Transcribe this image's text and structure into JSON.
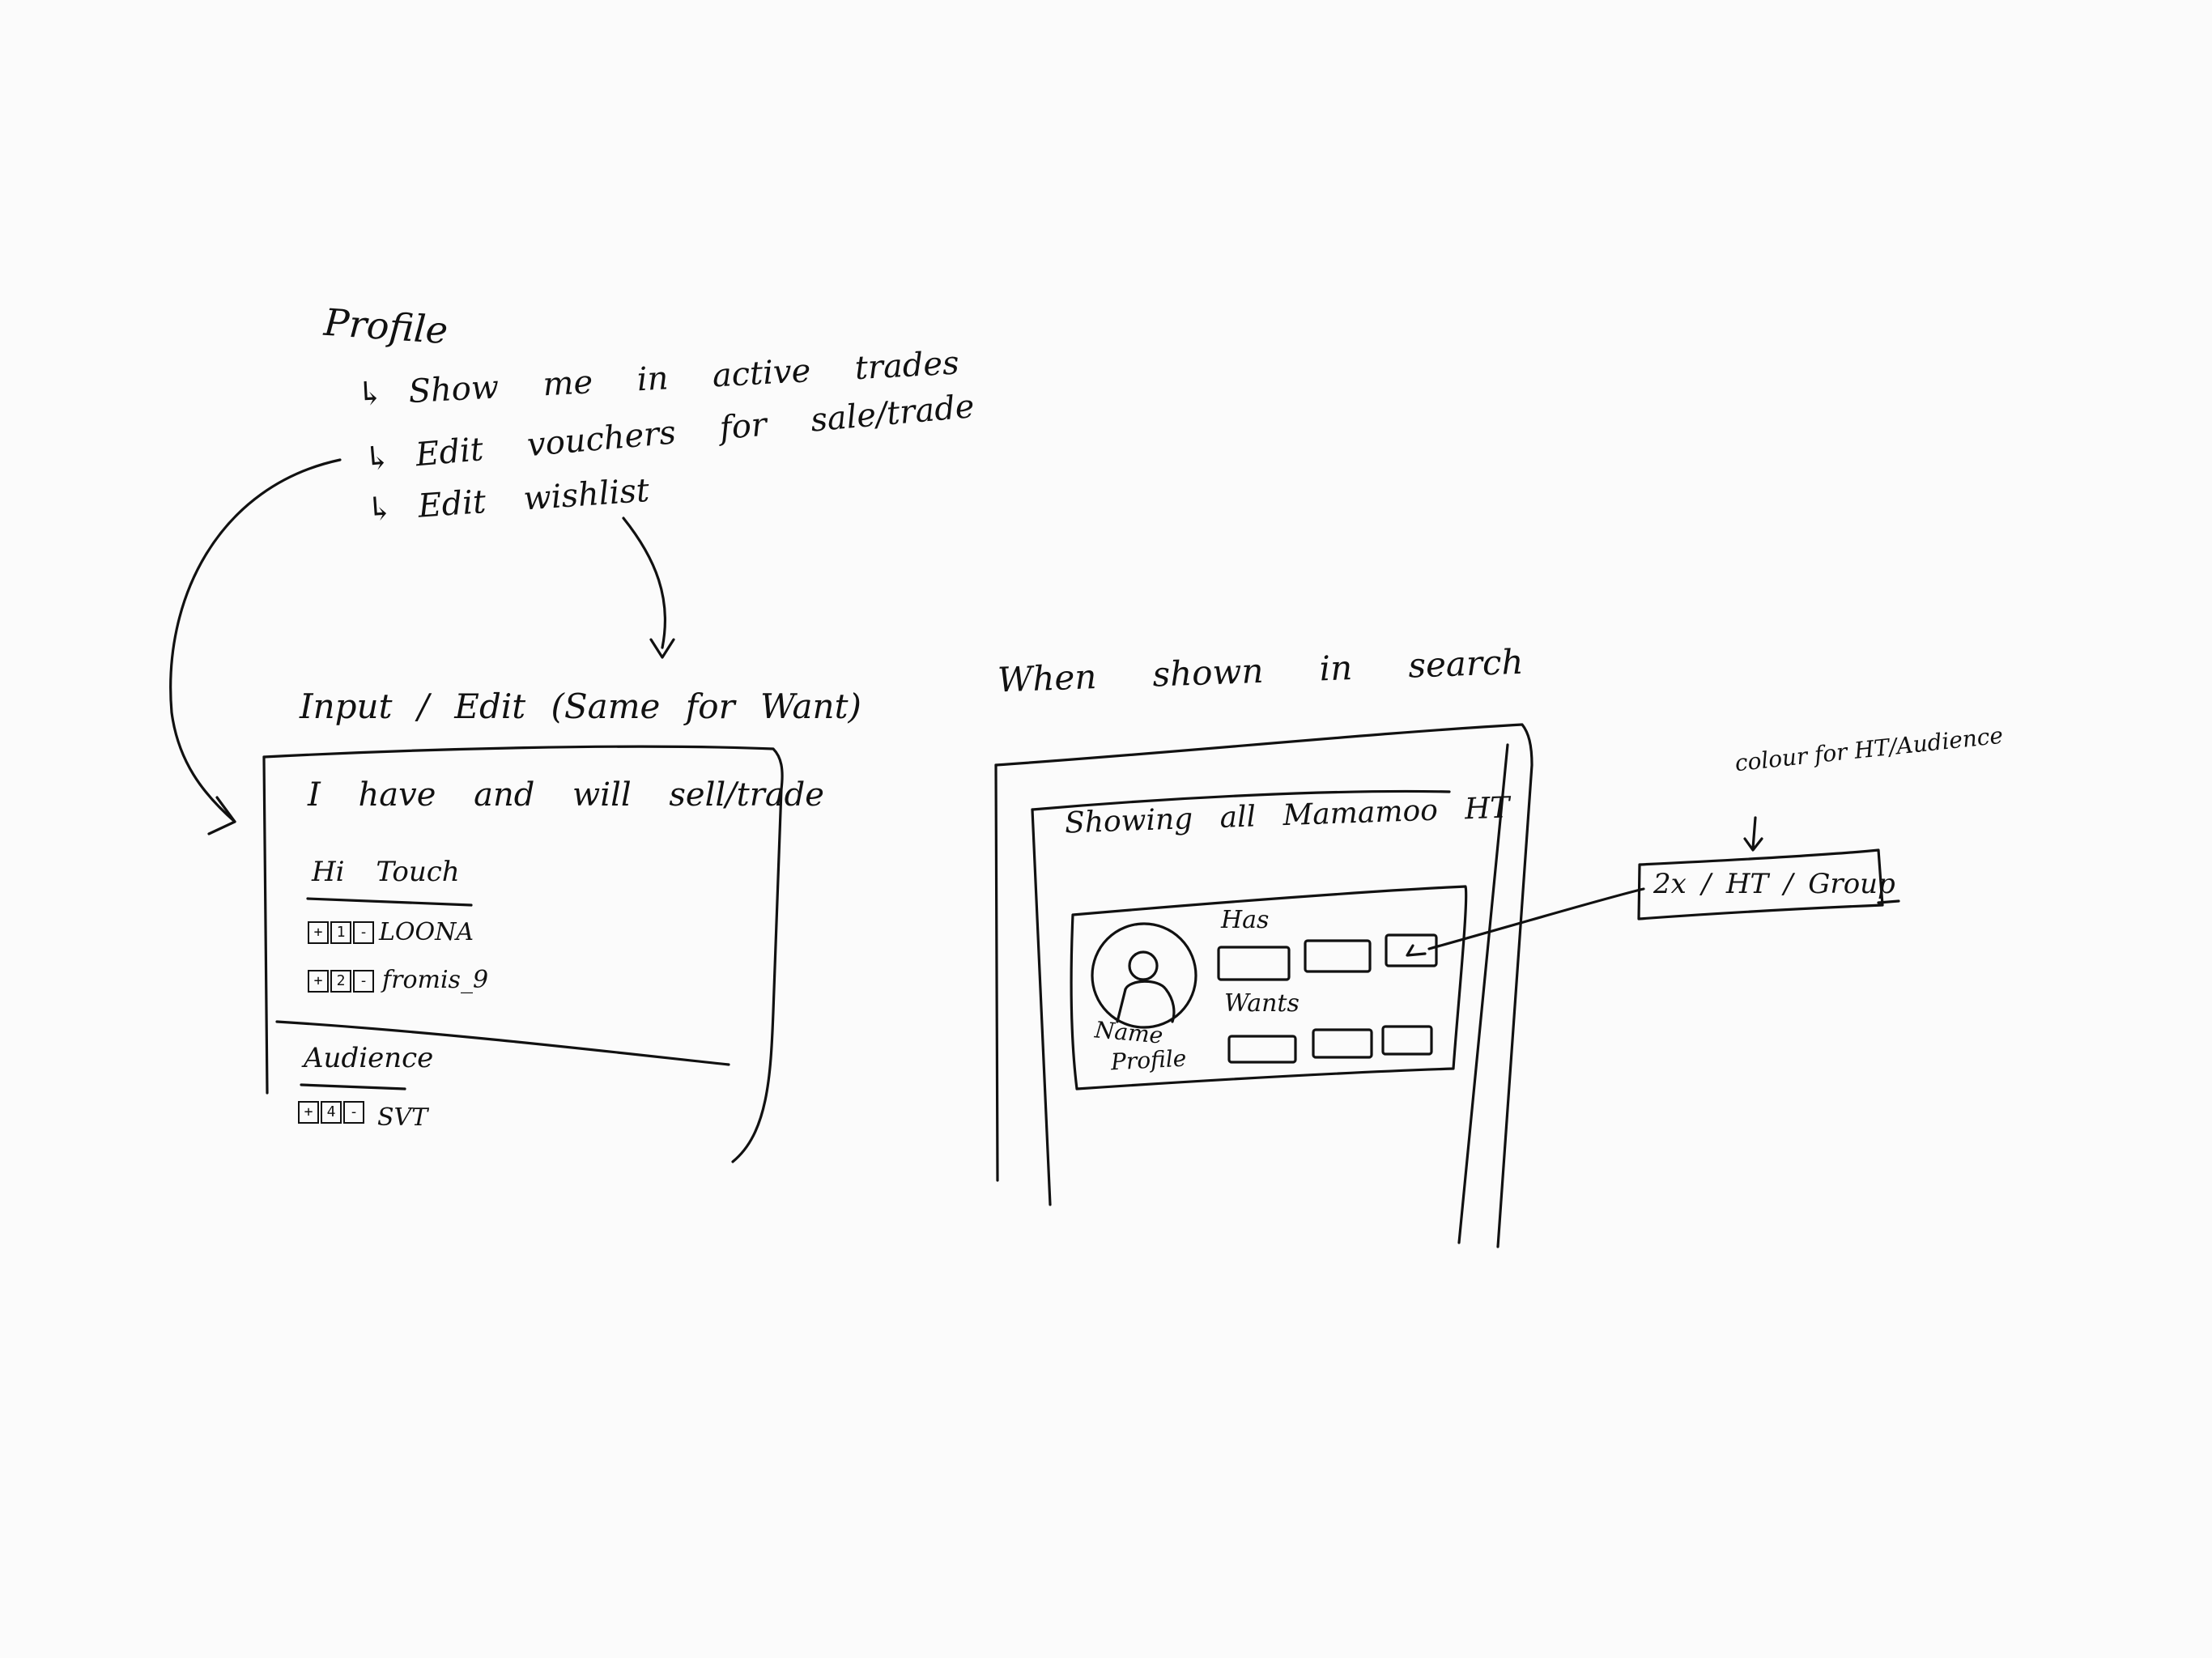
{
  "profile": {
    "title": "Profile",
    "items": [
      {
        "arrow": "↳",
        "label": "Show me in active trades"
      },
      {
        "arrow": "↳",
        "label": "Edit vouchers for sale/trade"
      },
      {
        "arrow": "↳",
        "label": "Edit wishlist"
      }
    ]
  },
  "input_edit": {
    "title": "Input / Edit (Same for Want)",
    "heading": "I have and will sell/trade",
    "sections": [
      {
        "name": "Hi Touch",
        "rows": [
          {
            "plus": "+",
            "count": "1",
            "minus": "-",
            "label": "LOONA"
          },
          {
            "plus": "+",
            "count": "2",
            "minus": "-",
            "label": "fromis_9"
          }
        ]
      },
      {
        "name": "Audience",
        "rows": [
          {
            "plus": "+",
            "count": "4",
            "minus": "-",
            "label": "SVT"
          }
        ]
      }
    ]
  },
  "search": {
    "title": "When shown in search",
    "showing": "Showing all Mamamoo HT",
    "card": {
      "has_label": "Has",
      "wants_label": "Wants",
      "name_label": "Name",
      "profile_label": "Profile"
    },
    "colour_note": "colour for HT/Audience",
    "tag": "2x / HT / Group"
  }
}
